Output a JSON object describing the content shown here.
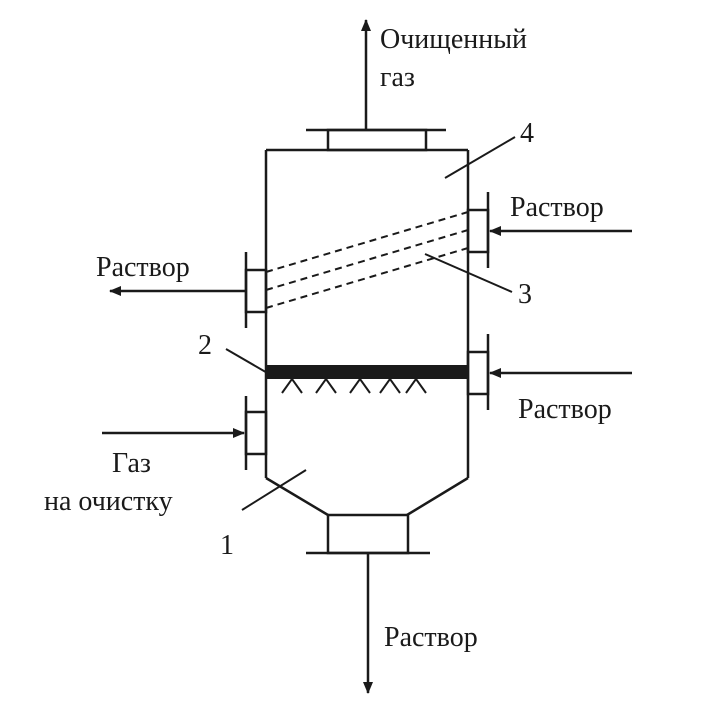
{
  "labels": {
    "clean_gas_line1": "Очищенный",
    "clean_gas_line2": "газ",
    "solution_in_top": "Раствор",
    "solution_out_left": "Раствор",
    "solution_in_mid": "Раствор",
    "gas_in_line1": "Газ",
    "gas_in_line2": "на очистку",
    "solution_out_bottom": "Раствор",
    "callout_1": "1",
    "callout_2": "2",
    "callout_3": "3",
    "callout_4": "4"
  },
  "colors": {
    "ink": "#1a1a1a",
    "background": "#ffffff"
  }
}
